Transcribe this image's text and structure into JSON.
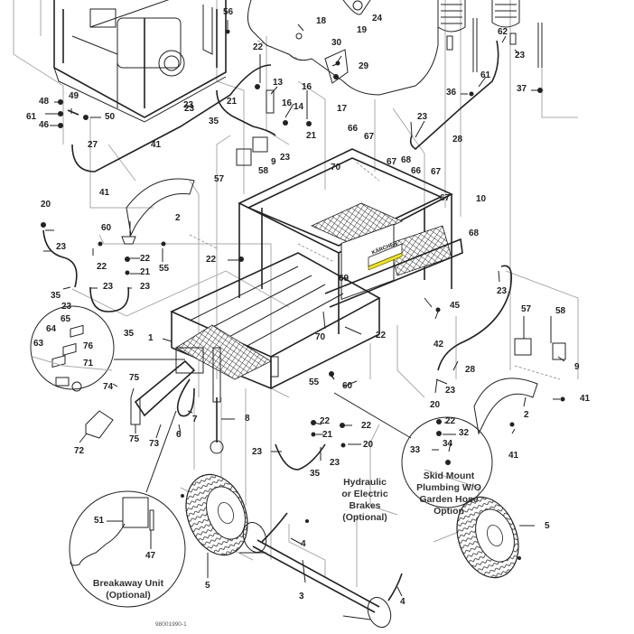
{
  "figure": {
    "type": "exploded parts diagram",
    "subject": "trailer-mounted pressure washer frame, axle, wheels and plumbing",
    "figure_number": "98001990-1",
    "brand_decal": "KÄRCHER",
    "accent_colors": {
      "decal_yellow": "#f2e600",
      "line": "#222222",
      "leader_gray": "#aaaaaa"
    }
  },
  "callouts": {
    "c56": "56",
    "c18": "18",
    "c24": "24",
    "c19": "19",
    "c30": "30",
    "c29": "29",
    "c17": "17",
    "c62": "62",
    "c23_tr": "23",
    "c61_tr": "61",
    "c36": "36",
    "c37": "37",
    "c22_top": "22",
    "c13": "13",
    "c16_a": "16",
    "c16_b": "16",
    "c14": "14",
    "c21_top": "21",
    "c21_mid": "21",
    "c23_top": "23",
    "c35_top": "35",
    "c23_mid": "23",
    "c9_top": "9",
    "c58_top": "58",
    "c57_top": "57",
    "c48": "48",
    "c49": "49",
    "c61_l": "61",
    "c50": "50",
    "c46": "46",
    "c27": "27",
    "c23_l1": "23",
    "c41_a": "41",
    "c41_b": "41",
    "c2_l": "2",
    "c23_28": "23",
    "c28": "28",
    "c66_a": "66",
    "c67_a": "67",
    "c70_top": "70",
    "c67_b": "67",
    "c68_a": "68",
    "c66_b": "66",
    "c67_c": "67",
    "c67_d": "67",
    "c10": "10",
    "c68_b": "68",
    "c20_l": "20",
    "c23_l2": "23",
    "c60_l": "60",
    "c22_l1": "22",
    "c22_l2": "22",
    "c55_l": "55",
    "c21_l": "21",
    "c23_l3": "23",
    "c23_l4": "23",
    "c35_l1": "35",
    "c23_l5": "23",
    "c35_l2": "35",
    "c22_mid": "22",
    "c69": "69",
    "c45": "45",
    "c1": "1",
    "c70_bot": "70",
    "c22_frame": "22",
    "c42": "42",
    "c23_r1": "23",
    "c57_r": "57",
    "c58_r": "58",
    "c9_r": "9",
    "c28_r": "28",
    "c20_r": "20",
    "c23_r2": "23",
    "c41_r": "41",
    "c2_r": "2",
    "c65": "65",
    "c64": "64",
    "c63": "63",
    "c76": "76",
    "c71": "71",
    "c75_a": "75",
    "c74": "74",
    "c7": "7",
    "c8": "8",
    "c55_m": "55",
    "c60_m": "60",
    "c22_m1": "22",
    "c21_m": "21",
    "c22_m2": "22",
    "c20_m": "20",
    "c23_m1": "23",
    "c23_m2": "23",
    "c35_m": "35",
    "c72": "72",
    "c75_b": "75",
    "c73": "73",
    "c6": "6",
    "c22_skid": "22",
    "c32": "32",
    "c33": "33",
    "c34": "34",
    "c41_skid": "41",
    "c51": "51",
    "c47": "47",
    "c5_l": "5",
    "c4_a": "4",
    "c3": "3",
    "c4_b": "4",
    "c5_r": "5"
  },
  "notes": {
    "skid_mount": "Skid Mount\nPlumbing W/O\nGarden Hose\nOption",
    "brakes": "Hydraulic\nor Electric\nBrakes\n(Optional)",
    "breakaway": "Breakaway Unit\n(Optional)"
  }
}
